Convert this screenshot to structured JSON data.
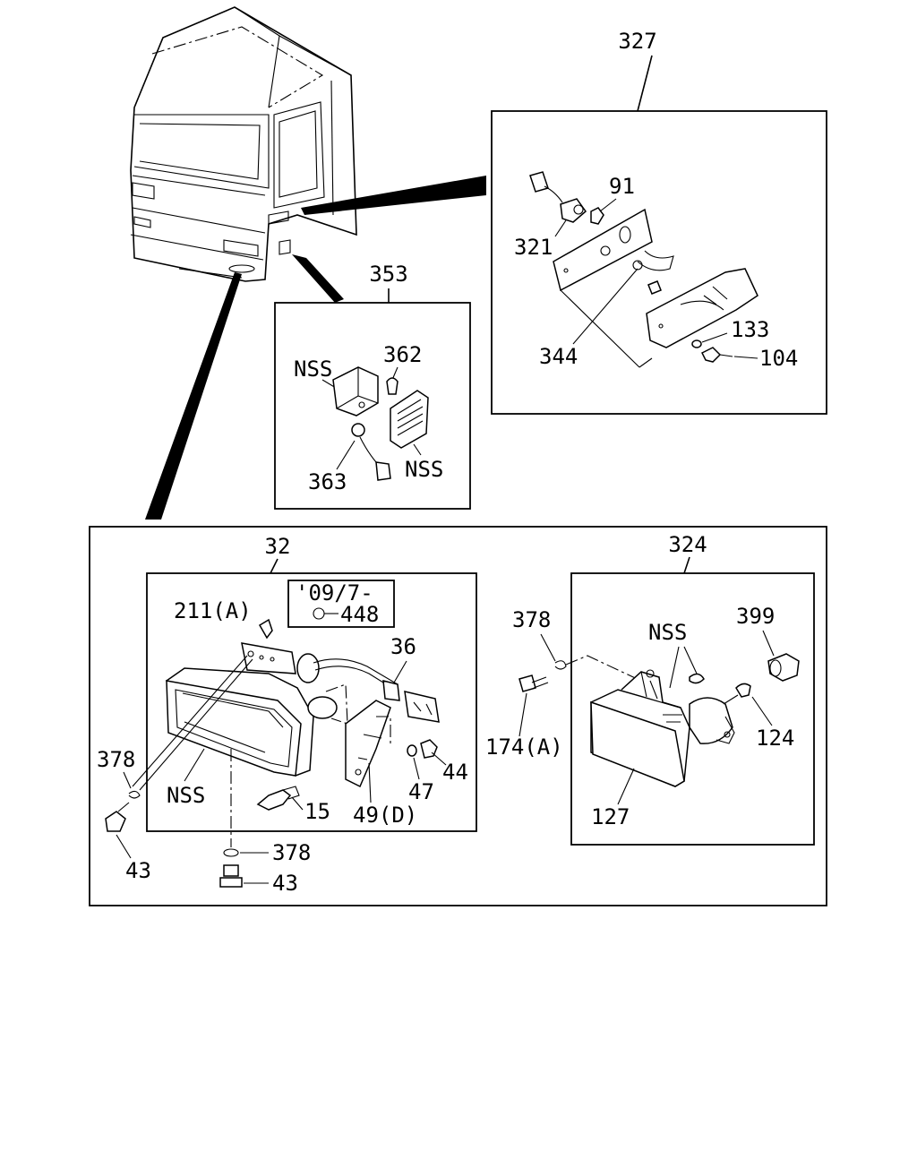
{
  "diagram": {
    "callouts": {
      "c327": "327",
      "c91": "91",
      "c321": "321",
      "c344": "344",
      "c133": "133",
      "c104": "104",
      "c353": "353",
      "c362": "362",
      "c363": "363",
      "nss_side_1": "NSS",
      "nss_side_2": "NSS",
      "c32": "32",
      "date_code": "'09/7-",
      "c448": "448",
      "c211a": "211(A)",
      "c36": "36",
      "c378_left": "378",
      "nss_head": "NSS",
      "c43_left": "43",
      "c15": "15",
      "c49d": "49(D)",
      "c47": "47",
      "c44": "44",
      "c378_bottom": "378",
      "c43_bottom": "43",
      "c378_fog": "378",
      "c174a": "174(A)",
      "c324": "324",
      "nss_fog": "NSS",
      "c399": "399",
      "c124": "124",
      "c127": "127"
    }
  }
}
